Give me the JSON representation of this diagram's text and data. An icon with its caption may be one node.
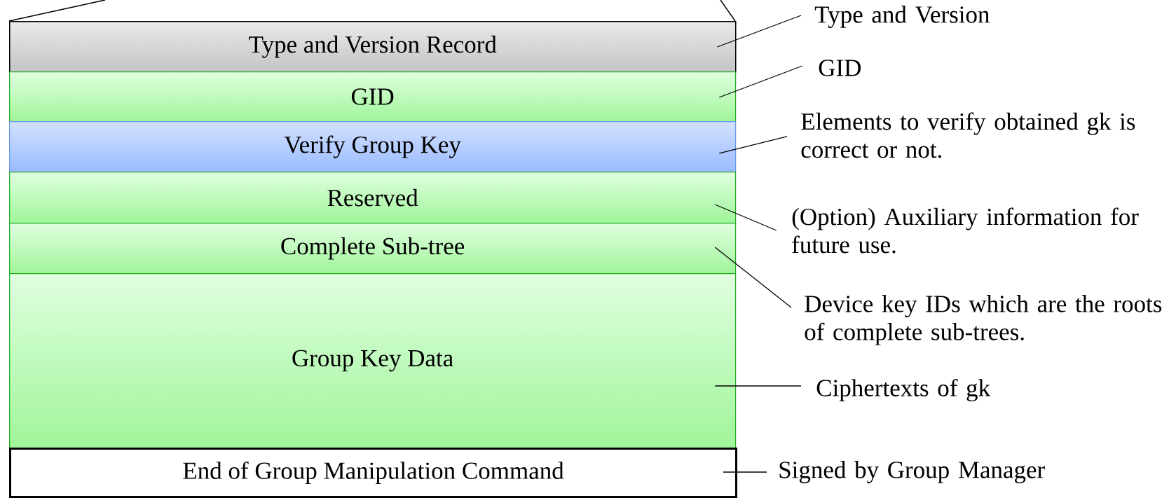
{
  "diagram": {
    "nodes": [
      {
        "text": [
          "Type and Version Record"
        ]
      },
      {
        "text": [
          "GID"
        ]
      },
      {
        "text": [
          "Verify Group Key"
        ]
      },
      {
        "text": [
          "Reserved"
        ]
      },
      {
        "text": [
          "Complete Sub-tree"
        ]
      },
      {
        "text": [
          "Group Key Data"
        ]
      },
      {
        "text": [
          "End of Group Manipulation Command"
        ]
      },
      {
        "text": [
          "Type and Version"
        ]
      },
      {
        "text": [
          "GID"
        ]
      },
      {
        "text": [
          "Elements to verify obtained gk is correct or not."
        ]
      },
      {
        "text": [
          "(Option) Auxiliary information for future use."
        ]
      },
      {
        "text": [
          "Device key IDs which are the roots of complete sub-trees."
        ]
      },
      {
        "text": [
          "Ciphertexts of gk"
        ]
      },
      {
        "text": [
          "Signed by Group Manager"
        ]
      }
    ],
    "edges": [
      {
        "from": 7,
        "to": 0,
        "arrow": "none"
      },
      {
        "from": 8,
        "to": 1,
        "arrow": "none"
      },
      {
        "from": 9,
        "to": 2,
        "arrow": "none"
      },
      {
        "from": 10,
        "to": 3,
        "arrow": "none"
      },
      {
        "from": 11,
        "to": 4,
        "arrow": "none"
      },
      {
        "from": 12,
        "to": 5,
        "arrow": "none"
      },
      {
        "from": 13,
        "to": 6,
        "arrow": "none"
      }
    ]
  }
}
